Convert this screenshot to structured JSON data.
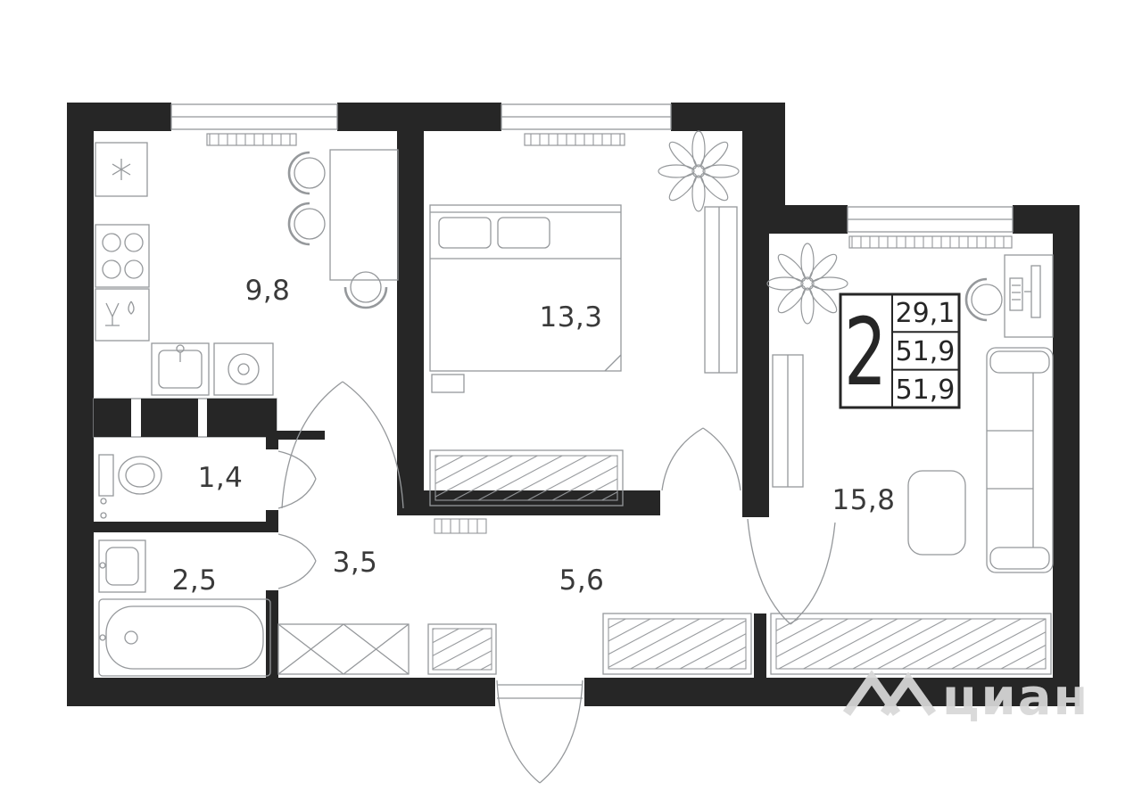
{
  "plan": {
    "rooms": [
      {
        "id": "kitchen",
        "area": "9,8"
      },
      {
        "id": "bedroom",
        "area": "13,3"
      },
      {
        "id": "toilet",
        "area": "1,4"
      },
      {
        "id": "bathroom",
        "area": "2,5"
      },
      {
        "id": "hallway",
        "area": "3,5"
      },
      {
        "id": "corridor",
        "area": "5,6"
      },
      {
        "id": "living-room",
        "area": "15,8"
      }
    ],
    "info_box": {
      "rooms_count": "2",
      "values": [
        "29,1",
        "51,9",
        "51,9"
      ]
    },
    "watermark": {
      "text": "циан"
    },
    "colors": {
      "wall": "#262626",
      "furniture_line": "#95989b",
      "label_text": "#3a3a3a",
      "watermark": "#d8d8d8",
      "background": "#ffffff"
    }
  }
}
